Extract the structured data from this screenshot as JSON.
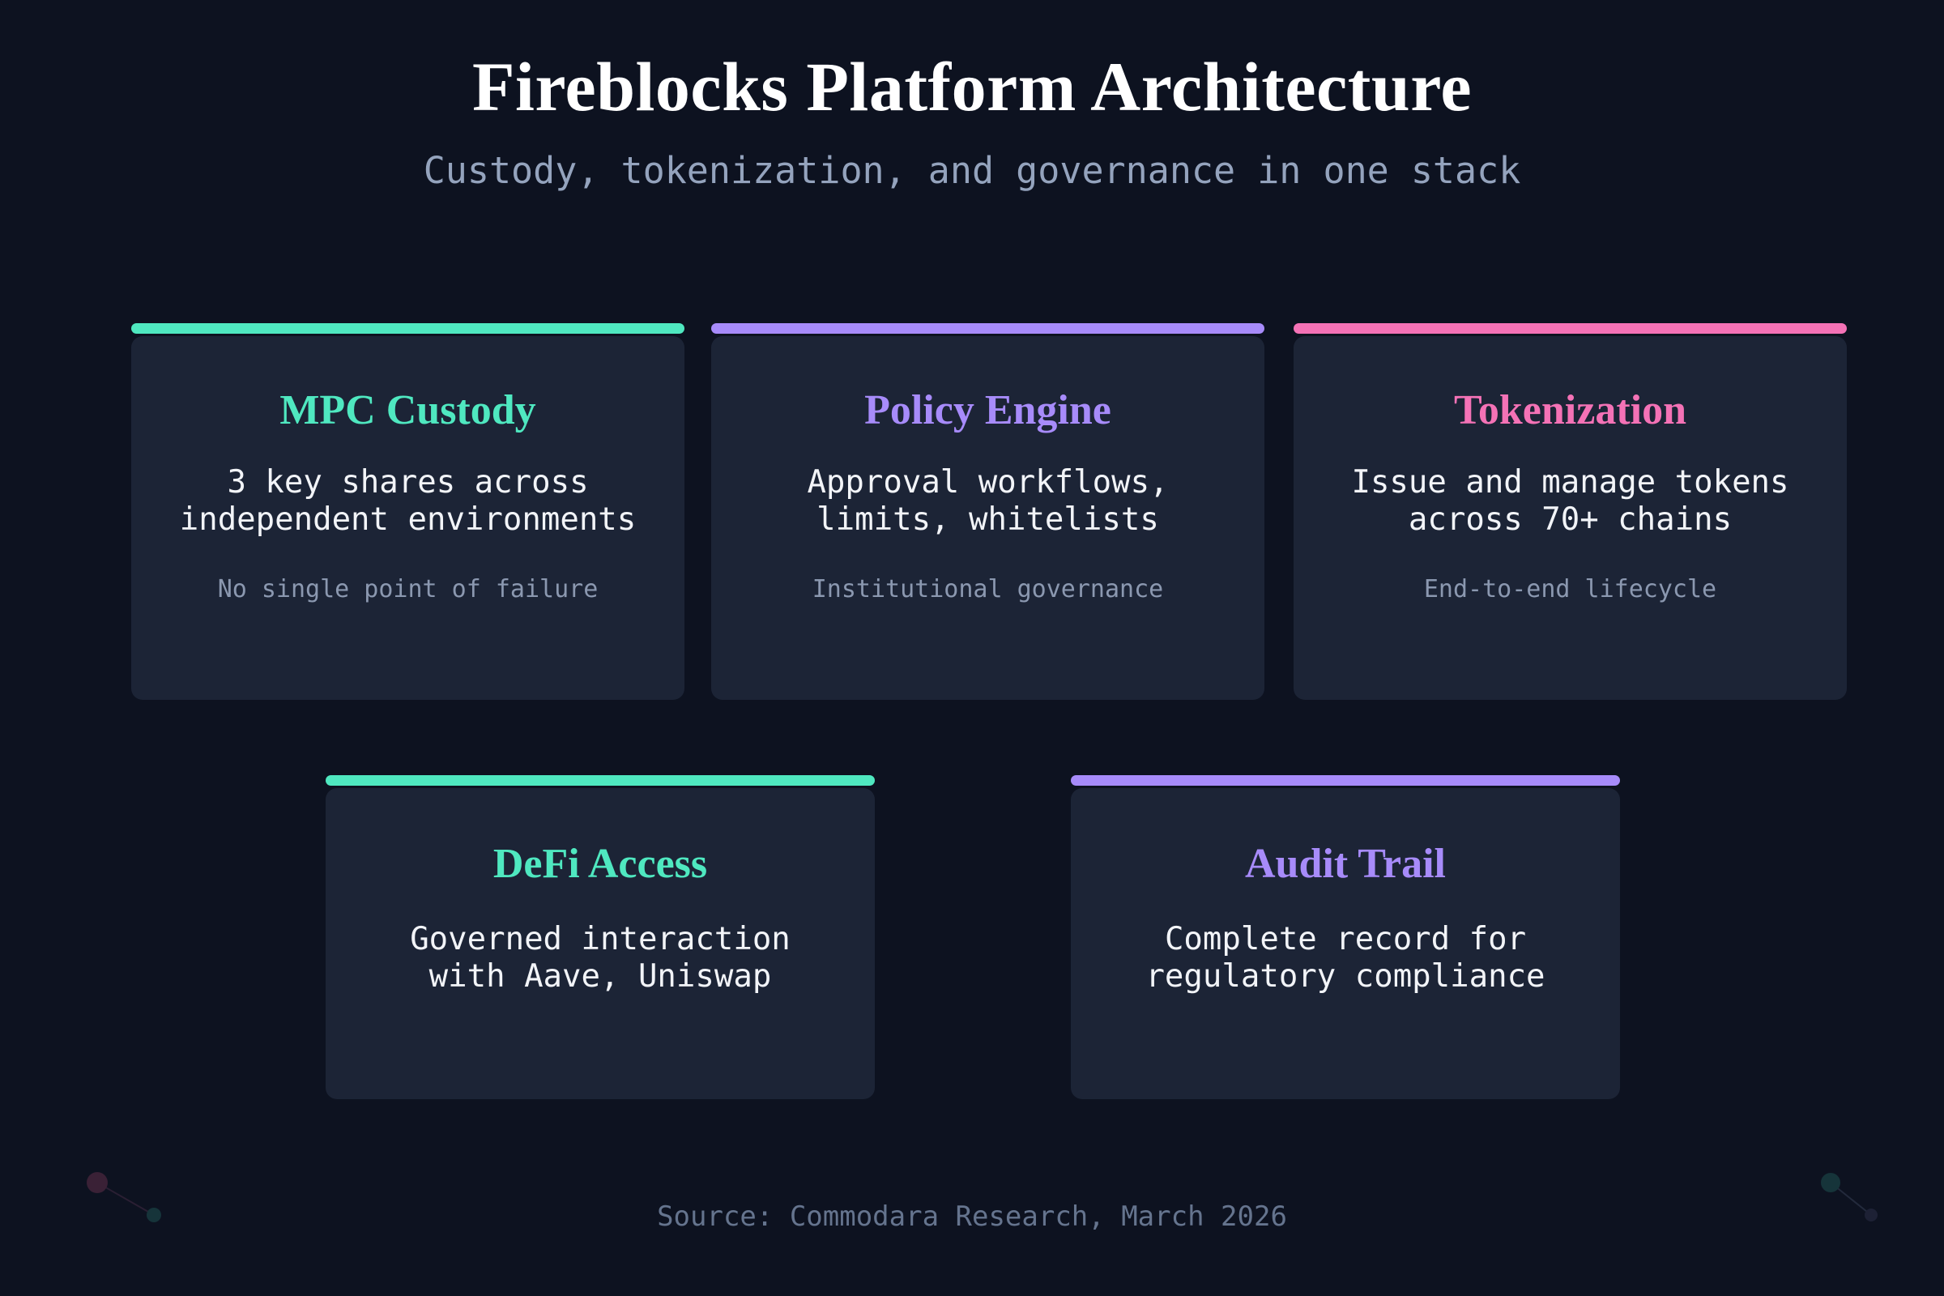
{
  "header": {
    "title": "Fireblocks Platform Architecture",
    "subtitle": "Custody, tokenization, and governance in one stack"
  },
  "colors": {
    "background": "#0d1220",
    "card_background": "#1c2436",
    "title_text": "#ffffff",
    "subtitle_text": "#94a3bd",
    "body_text": "#f2f4f8",
    "caption_text": "#8b98b0",
    "footer_text": "#65748e",
    "accent_mint": "#4fe8c0",
    "accent_purple": "#a78bfa",
    "accent_pink": "#f472b6"
  },
  "cards": {
    "top_row": [
      {
        "id": "mpc-custody",
        "title": "MPC Custody",
        "description_line1": "3 key shares across",
        "description_line2": "independent environments",
        "caption": "No single point of failure",
        "accent": "#4fe8c0"
      },
      {
        "id": "policy-engine",
        "title": "Policy Engine",
        "description_line1": "Approval workflows,",
        "description_line2": "limits, whitelists",
        "caption": "Institutional governance",
        "accent": "#a78bfa"
      },
      {
        "id": "tokenization",
        "title": "Tokenization",
        "description_line1": "Issue and manage tokens",
        "description_line2": "across 70+ chains",
        "caption": "End-to-end lifecycle",
        "accent": "#f472b6"
      }
    ],
    "bottom_row": [
      {
        "id": "defi-access",
        "title": "DeFi Access",
        "description_line1": "Governed interaction",
        "description_line2": "with Aave, Uniswap",
        "caption": "",
        "accent": "#4fe8c0"
      },
      {
        "id": "audit-trail",
        "title": "Audit Trail",
        "description_line1": "Complete record for",
        "description_line2": "regulatory compliance",
        "caption": "",
        "accent": "#a78bfa"
      }
    ]
  },
  "footer": {
    "source": "Source: Commodara Research, March 2026"
  },
  "decorations": {
    "left_node_a_color": "#3a2136",
    "left_node_b_color": "#16343a",
    "right_node_a_color": "#16343a",
    "right_node_b_color": "#1d2135",
    "connector_color": "#2a1f33"
  }
}
